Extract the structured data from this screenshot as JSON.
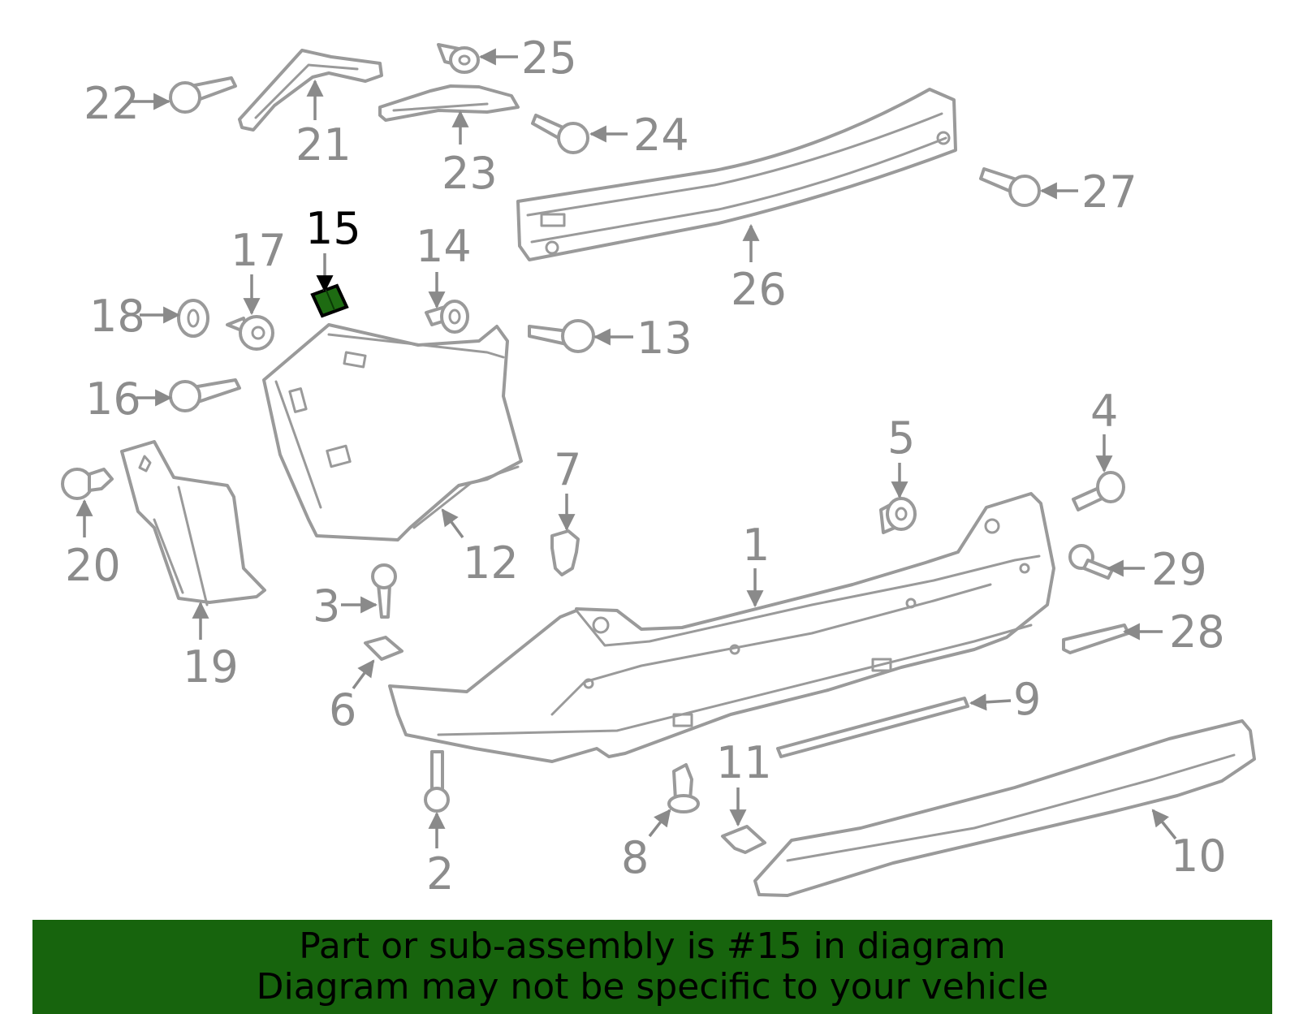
{
  "selected_part": "15",
  "colors": {
    "part_line": "#9a9a9a",
    "label_gray": "#8c8c8c",
    "highlight_fill": "#1e6b12",
    "banner_bg": "#17640d"
  },
  "labels": {
    "p1": "1",
    "p2": "2",
    "p3": "3",
    "p4": "4",
    "p5": "5",
    "p6": "6",
    "p7": "7",
    "p8": "8",
    "p9": "9",
    "p10": "10",
    "p11": "11",
    "p12": "12",
    "p13": "13",
    "p14": "14",
    "p15": "15",
    "p16": "16",
    "p17": "17",
    "p18": "18",
    "p19": "19",
    "p20": "20",
    "p21": "21",
    "p22": "22",
    "p23": "23",
    "p24": "24",
    "p25": "25",
    "p26": "26",
    "p27": "27",
    "p28": "28",
    "p29": "29"
  },
  "footer": {
    "line1": "Part or sub-assembly is #15 in diagram",
    "line2": "Diagram may not be specific to your vehicle"
  }
}
